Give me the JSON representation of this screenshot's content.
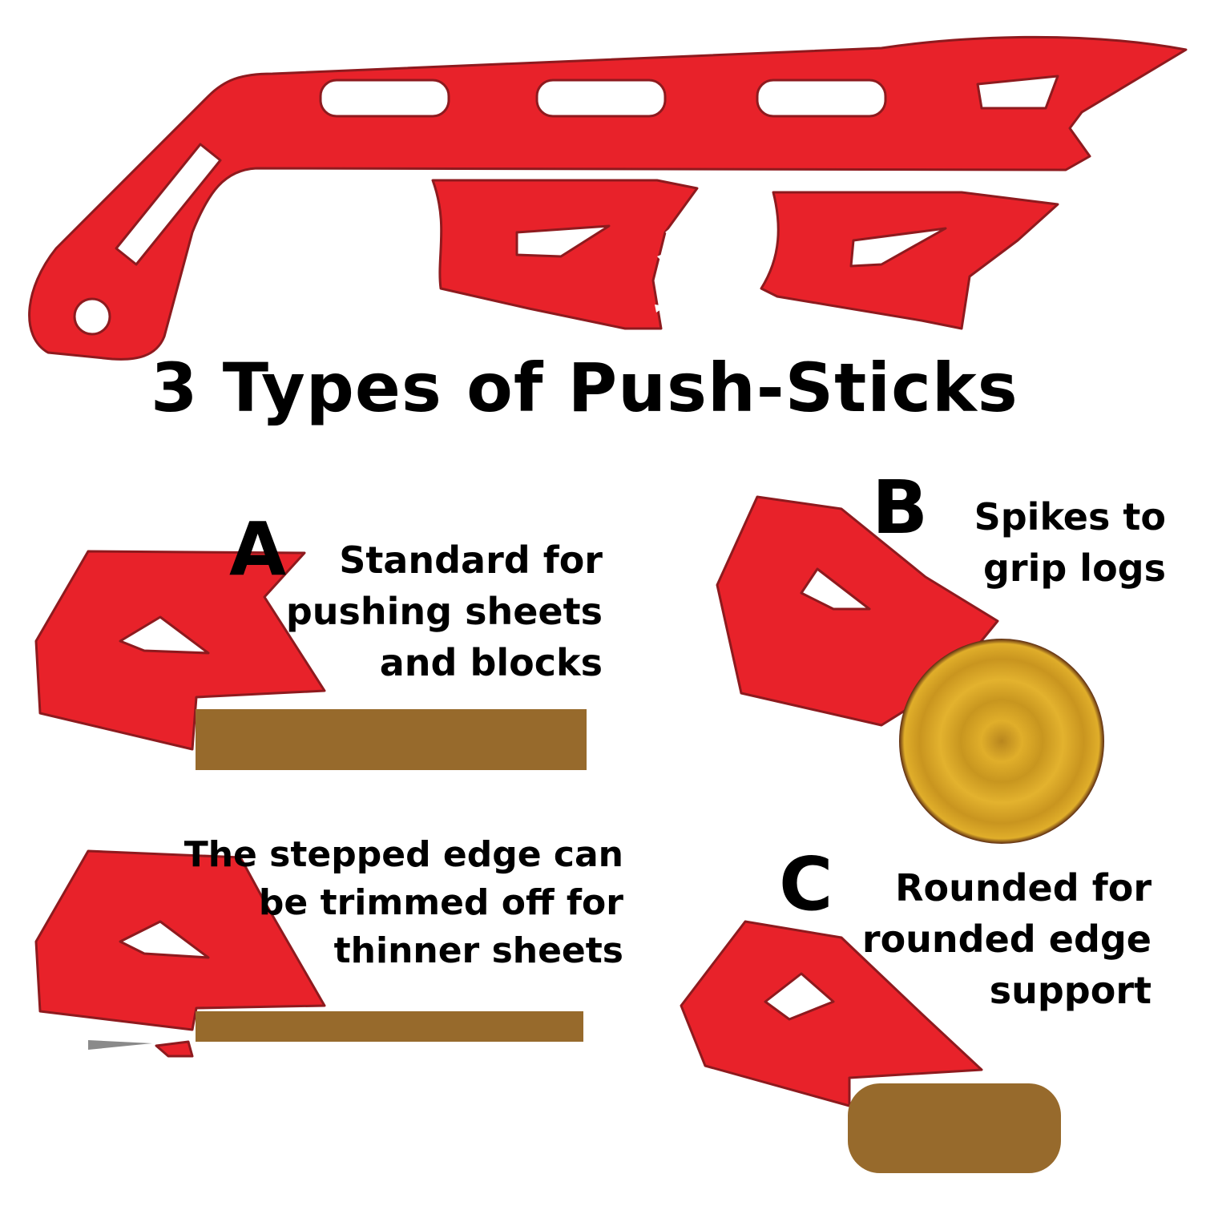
{
  "title": "3 Types of Push-Sticks",
  "types": {
    "a": {
      "letter": "A",
      "lines": [
        "Standard for",
        "pushing sheets",
        "and blocks"
      ]
    },
    "b": {
      "letter": "B",
      "lines": [
        "Spikes to",
        "grip logs"
      ]
    },
    "c": {
      "letter": "C",
      "lines": [
        "Rounded for",
        "rounded edge",
        "support"
      ]
    }
  },
  "note": {
    "lines": [
      "The stepped edge can",
      "be trimmed off for",
      "thinner sheets"
    ]
  },
  "colors": {
    "stick": "#E8222A",
    "outline": "#8E1A1E",
    "wood": "#976A2C",
    "log": "#D9A323",
    "bark": "#5A2A12"
  }
}
